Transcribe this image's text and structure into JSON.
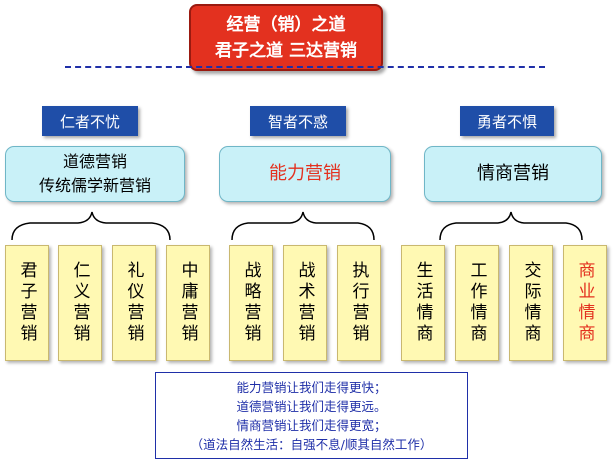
{
  "title": {
    "line1": "经营（销）之道",
    "line2": "君子之道  三达营销"
  },
  "categories": [
    {
      "label": "仁者不忧",
      "group": [
        "道德营销",
        "传统儒学新营销"
      ],
      "leaves": [
        "君子营销",
        "仁义营销",
        "礼仪营销",
        "中庸营销"
      ]
    },
    {
      "label": "智者不惑",
      "group": [
        "能力营销"
      ],
      "leaves": [
        "战略营销",
        "战术营销",
        "执行营销"
      ]
    },
    {
      "label": "勇者不惧",
      "group": [
        "情商营销"
      ],
      "leaves": [
        "生活情商",
        "工作情商",
        "交际情商",
        "商业情商"
      ]
    }
  ],
  "note": [
    "能力营销让我们走得更快；",
    "道德营销让我们走得更远。",
    "情商营销让我们走得更宽；",
    "（道法自然生活：自强不息/顺其自然工作）"
  ],
  "colors": {
    "title_bg": "#e3311f",
    "category_bg": "#1f4ea8",
    "group_bg": "#c9f1f8",
    "leaf_bg": "#fff9b3",
    "highlight_text": "#e3311f",
    "note_text": "#1f2fa8"
  }
}
